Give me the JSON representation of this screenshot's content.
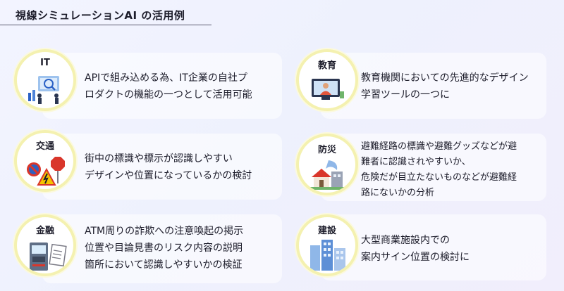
{
  "title": "視線シミュレーションAI の活用例",
  "cards": [
    {
      "label": "IT",
      "icon": "it-analytics-icon",
      "lines": [
        "APIで組み込める為、IT企業の自社プ",
        "ロダクトの機能の一つとして活用可能"
      ]
    },
    {
      "label": "教育",
      "icon": "online-lecture-icon",
      "lines": [
        "教育機関においての先進的なデザイン",
        "学習ツールの一つに"
      ]
    },
    {
      "label": "交通",
      "icon": "traffic-signs-icon",
      "lines": [
        "街中の標識や標示が認識しやすい",
        "デザインや位置になっているかの検討"
      ]
    },
    {
      "label": "防災",
      "icon": "disaster-house-icon",
      "lines": [
        "避難経路の標識や避難グッズなどが避",
        "難者に認識されやすいか、",
        "危険だが目立たないものなどが避難経",
        "路にないかの分析"
      ]
    },
    {
      "label": "金融",
      "icon": "atm-icon",
      "lines": [
        "ATM周りの詐欺への注意喚起の掲示",
        "位置や目論見書のリスク内容の説明",
        "箇所において認識しやすいかの検証"
      ]
    },
    {
      "label": "建設",
      "icon": "buildings-icon",
      "lines": [
        "大型商業施設内での",
        "案内サイン位置の検討に"
      ]
    }
  ]
}
